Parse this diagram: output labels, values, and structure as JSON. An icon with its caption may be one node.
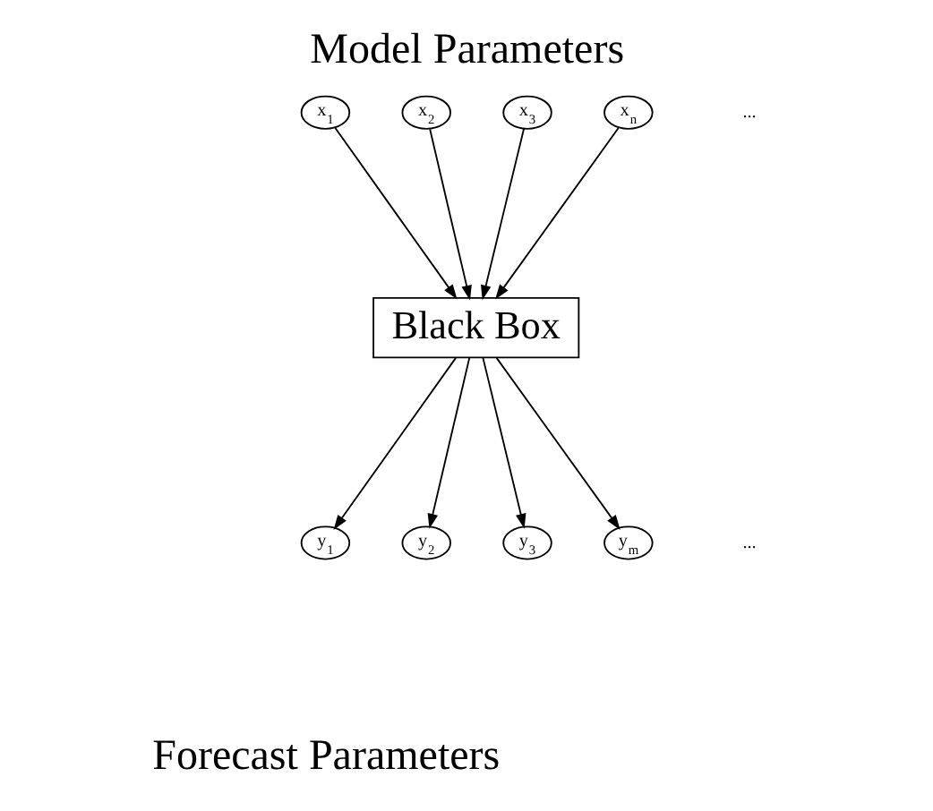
{
  "diagram": {
    "title": "Model Parameters",
    "caption": "Forecast Parameters",
    "nodes": [
      {
        "text": [
          "x$_{1}$"
        ]
      },
      {
        "text": [
          "x$_{2}$"
        ]
      },
      {
        "text": [
          "x$_{3}$"
        ]
      },
      {
        "text": [
          "x$_{n}$"
        ]
      },
      {
        "text": [
          "Black Box"
        ]
      },
      {
        "text": [
          "y$_{1}$"
        ]
      },
      {
        "text": [
          "y$_{2}$"
        ]
      },
      {
        "text": [
          "y$_{3}$"
        ]
      },
      {
        "text": [
          "y$_{m}$"
        ]
      }
    ],
    "edges": [
      {
        "from": 0,
        "to": 4,
        "arrow": "to"
      },
      {
        "from": 1,
        "to": 4,
        "arrow": "to"
      },
      {
        "from": 2,
        "to": 4,
        "arrow": "to"
      },
      {
        "from": 3,
        "to": 4,
        "arrow": "to"
      },
      {
        "from": 4,
        "to": 5,
        "arrow": "to"
      },
      {
        "from": 4,
        "to": 6,
        "arrow": "to"
      },
      {
        "from": 4,
        "to": 7,
        "arrow": "to"
      },
      {
        "from": 4,
        "to": 8,
        "arrow": "to"
      }
    ],
    "labels": [
      "...",
      "..."
    ]
  }
}
